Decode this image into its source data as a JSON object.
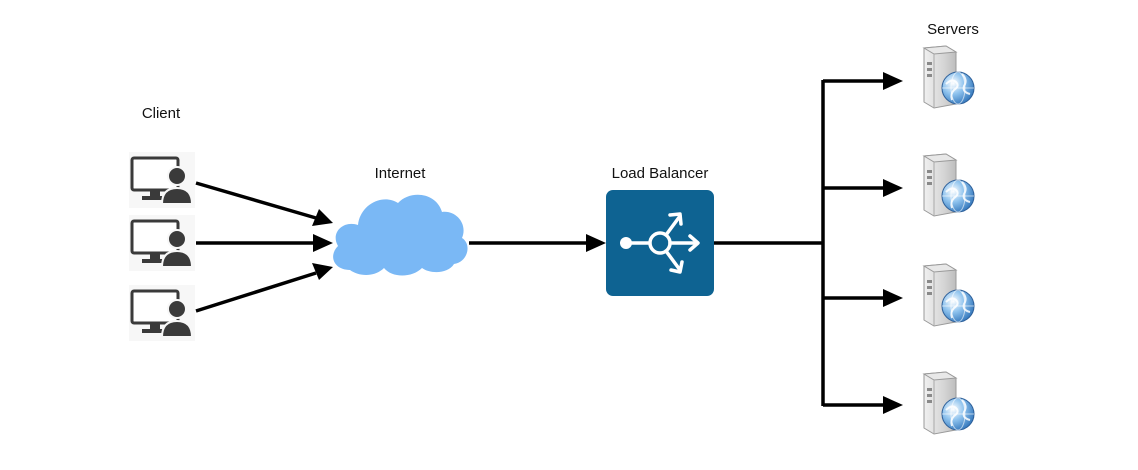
{
  "labels": {
    "client": "Client",
    "internet": "Internet",
    "load_balancer": "Load Balancer",
    "servers": "Servers"
  },
  "colors": {
    "cloud": "#7ab8f5",
    "load_balancer_bg": "#0e6392",
    "arrow": "#000000",
    "client_icon": "#3a3a3a"
  },
  "icons": {
    "client": "computer-user-icon",
    "internet": "cloud-icon",
    "load_balancer": "load-balancer-icon",
    "server": "web-server-icon"
  },
  "counts": {
    "clients": 3,
    "servers": 4
  }
}
